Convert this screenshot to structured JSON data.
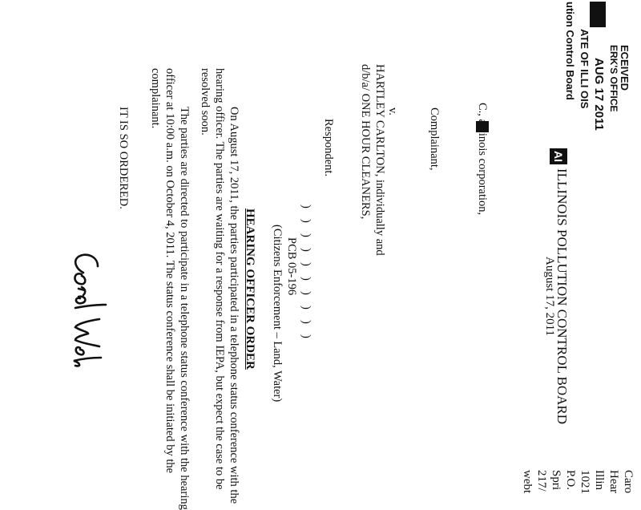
{
  "header": {
    "badge": "AI",
    "board": "ILLINOIS POLLUTION CONTROL BOARD",
    "date": "August 17, 2011"
  },
  "stamp": {
    "line1": "ECEIVED",
    "line2": "ERK'S OFFICE",
    "date": "AUG 17 2011",
    "line3": "ATE OF ILLI  OIS",
    "line4": "ution Control Board"
  },
  "right_margin": [
    "Caro",
    "Hear",
    "Illin",
    "1021",
    "P.O.",
    "Spri",
    "217/",
    "webt"
  ],
  "caption": {
    "complainant_name_end": "C., an   inois corporation,",
    "complainant_role": "Complainant,",
    "versus": "v.",
    "respondent_line1": "HARTLEY CARLTON, individually and",
    "respondent_line2": "d/b/a/ ONE HOUR CLEANERS,",
    "respondent_role": "Respondent.",
    "bracket": ")",
    "case_number": "PCB 05-196",
    "case_type": "(Citizens Enforcement – Land, Water)"
  },
  "order_title": "HEARING OFFICER ORDER",
  "body": [
    "On August 17, 2011, the parties participated in a telephone status conference with the",
    "hearing officer.  The parties are waiting for a response from IEPA, but expect the case to be",
    "resolved soon.",
    "The parties are directed to participate in a telephone status conference with the hearing",
    "officer at 10:00 a.m. on October 4, 2011.  The status conference shall be initiated by the",
    "complainant."
  ],
  "closing": "IT IS SO ORDERED."
}
